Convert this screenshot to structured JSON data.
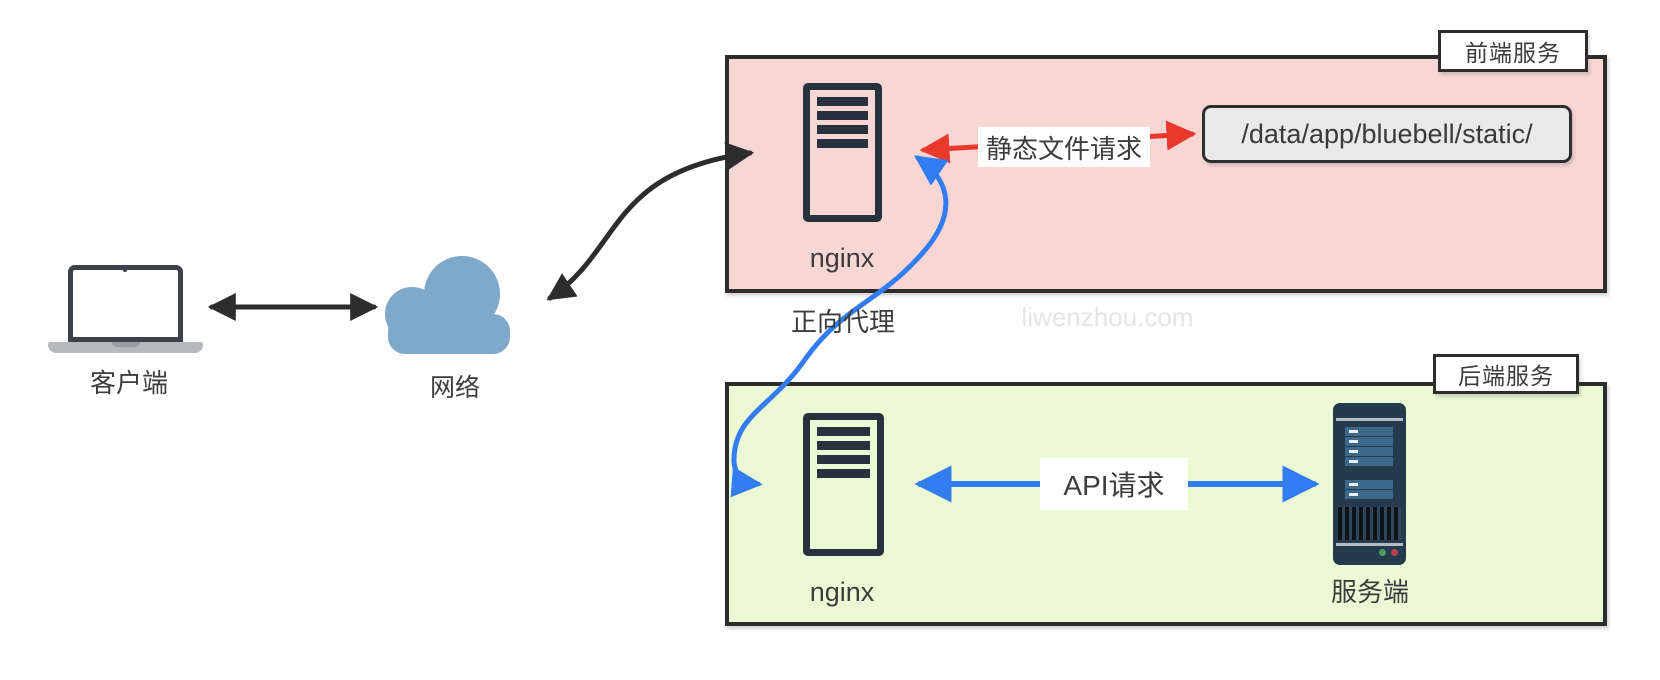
{
  "diagram": {
    "client": {
      "label": "客户端",
      "icon": "laptop-icon"
    },
    "network": {
      "label": "网络",
      "icon": "cloud-icon"
    },
    "frontend": {
      "title": "前端服务",
      "nginx_label": "nginx",
      "nginx_icon": "server-icon",
      "static_request_label": "静态文件请求",
      "static_path": "/data/app/bluebell/static/"
    },
    "backend": {
      "title": "后端服务",
      "nginx_label": "nginx",
      "nginx_icon": "server-icon",
      "api_request_label": "API请求",
      "server_label": "服务端",
      "server_icon": "server-tower-icon"
    },
    "forward_proxy_label": "正向代理",
    "watermark": "liwenzhou.com"
  },
  "colors": {
    "line-dark": "#2d2d2d",
    "text-dark": "#3c3c3c",
    "c-blue": "#337df3",
    "c-red": "#e8392c",
    "frontend-fill": "#f8d6d3",
    "backend-fill": "#ecf9d5",
    "icon-dark": "#28323e",
    "path-fill": "#e9e9e9",
    "cloud-fill": "#7fa9ca",
    "tower-bg": "#253a4c",
    "tower-slot": "#3c688a",
    "watermark": "#e5e5e8"
  }
}
